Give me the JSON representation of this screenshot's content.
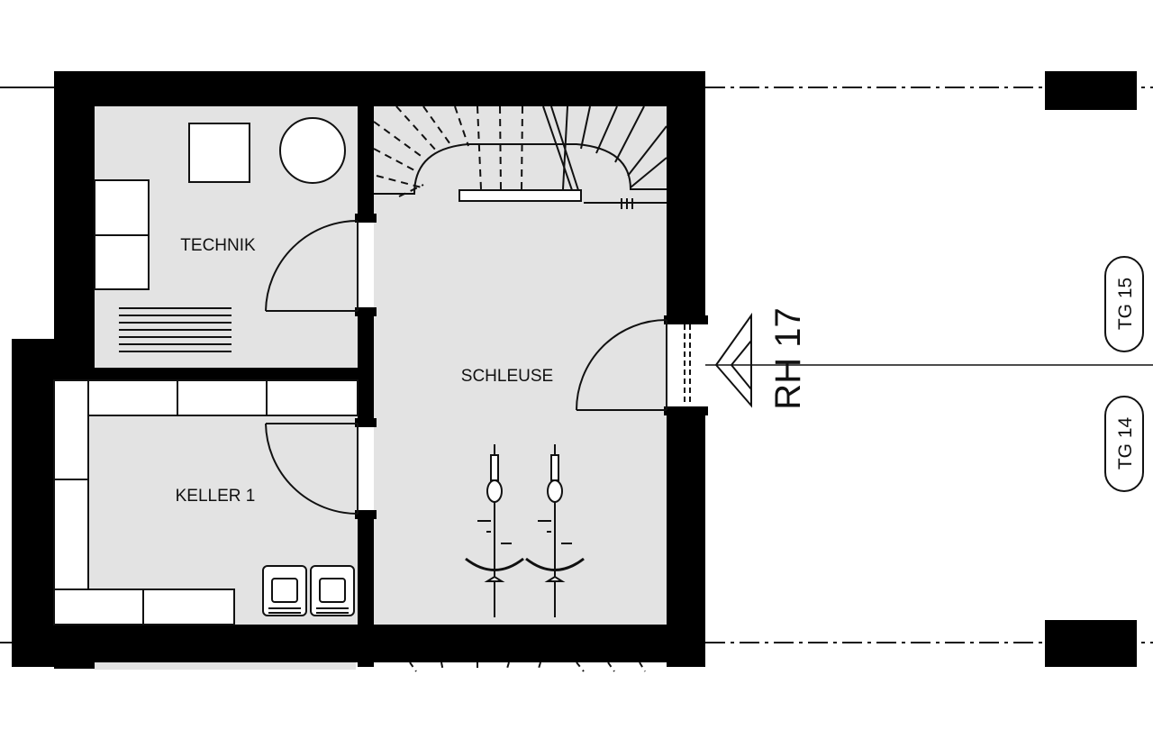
{
  "rooms": {
    "technik": "TECHNIK",
    "schleuse": "SCHLEUSE",
    "keller": "KELLER 1"
  },
  "house_label": "RH 17",
  "parking": {
    "upper": "TG 15",
    "lower": "TG 14"
  },
  "colors": {
    "wall": "#000000",
    "floor": "#e3e3e3",
    "line": "#111111",
    "background": "#ffffff"
  }
}
